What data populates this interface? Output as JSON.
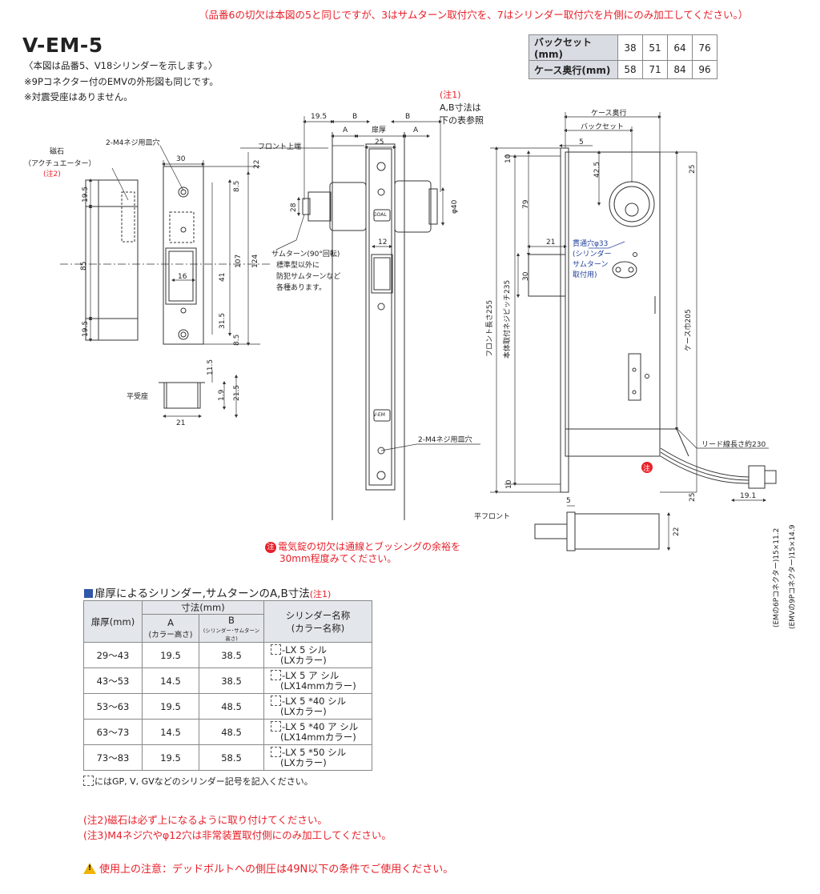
{
  "top_note": "（品番6の切欠は本図の5と同じですが、3はサムターン取付穴を、7はシリンダー取付穴を片側にのみ加工してください。）",
  "model": "V-EM-5",
  "subnotes": [
    "〈本図は品番5、V18シリンダーを示します。〉",
    "※9Pコネクター付のEMVの外形図も同じです。",
    "※対震受座はありません。"
  ],
  "backset_table": {
    "rows": [
      {
        "label": "バックセット(mm)",
        "values": [
          "38",
          "51",
          "64",
          "76"
        ]
      },
      {
        "label": "ケース奥行(mm)",
        "values": [
          "58",
          "71",
          "84",
          "96"
        ]
      }
    ]
  },
  "strike": {
    "magnet_label": "磁石",
    "magnet_sub": "（アクチュエーター）",
    "magnet_note": "(注2)",
    "screw_label": "2-M4ネジ用皿穴",
    "dim_30": "30",
    "dim_19_5a": "19.5",
    "dim_85": "85",
    "dim_19_5b": "19.5",
    "dim_16": "16",
    "dim_41": "41",
    "dim_31_5": "31.5",
    "dim_8_5a": "8.5",
    "dim_8_5b": "8.5",
    "dim_107": "107",
    "dim_124": "124",
    "dim_22": "22",
    "flat_label": "平受座",
    "dim_11_5": "11.5",
    "dim_1_9": "1.9",
    "dim_21_5": "21.5",
    "dim_21": "21"
  },
  "front": {
    "note1_a": "(注1)",
    "note1_b": "A,B寸法は",
    "note1_c": "下の表参照",
    "dim_19_5": "19.5",
    "dim_B1": "B",
    "dim_B2": "B",
    "dim_A1": "A",
    "dim_A2": "A",
    "door": "扉厚",
    "dim_25": "25",
    "front_top": "フロント上端",
    "dim_28": "28",
    "dim_phi40": "φ40",
    "dim_12": "12",
    "thumb_1": "サムターン(90°回転)",
    "thumb_2": "標準型以外に",
    "thumb_3": "防犯サムターンなど",
    "thumb_4": "各種あります。",
    "screw_label": "2-M4ネジ用皿穴",
    "logo": "GOAL",
    "logo2": "V-EM"
  },
  "side": {
    "case_depth": "ケース奥行",
    "backset": "バックセット",
    "dim_5": "5",
    "dim_10a": "10",
    "dim_42_5": "42.5",
    "dim_25a": "25",
    "dim_79": "79",
    "dim_21": "21",
    "hole_1": "貫通穴φ33",
    "hole_2": "(シリンダー",
    "hole_3": "サムターン",
    "hole_4": "取付用)",
    "dim_30": "30",
    "front_len": "フロント長さ255",
    "pitch": "本体取付ネジピッチ235",
    "case_w": "ケース巾205",
    "lead": "リード線長さ約230",
    "dim_10b": "10",
    "dim_25b": "25",
    "dim_19_1": "19.1",
    "conn_1": "(EMの6Pコネクター)15×11.2",
    "conn_2": "(EMVの9Pコネクター)15×14.9",
    "flat_front": "平フロント",
    "dim_5b": "5",
    "dim_22": "22",
    "mark": "注"
  },
  "em_note_mark": "注",
  "em_note_1": "電気錠の切欠は通線とブッシングの余裕を",
  "em_note_2": "30mm程度みてください。",
  "ab_heading": "扉厚によるシリンダー,サムターンのA,B寸法",
  "ab_heading_note": "(注1)",
  "ab_table": {
    "h_door": "扉厚(mm)",
    "h_dim": "寸法(mm)",
    "h_a": "A",
    "h_a_sub": "(カラー高さ)",
    "h_b": "B",
    "h_b_sub": "(シリンダー･サムターン高さ)",
    "h_name": "シリンダー名称",
    "h_name_sub": "(カラー名称)",
    "rows": [
      {
        "door": "29〜43",
        "a": "19.5",
        "b": "38.5",
        "name": "-LX 5 シル",
        "sub": "(LXカラー)"
      },
      {
        "door": "43〜53",
        "a": "14.5",
        "b": "38.5",
        "name": "-LX 5 ア シル",
        "sub": "(LX14mmカラー)"
      },
      {
        "door": "53〜63",
        "a": "19.5",
        "b": "48.5",
        "name": "-LX 5 *40 シル",
        "sub": "(LXカラー)"
      },
      {
        "door": "63〜73",
        "a": "14.5",
        "b": "48.5",
        "name": "-LX 5 *40 ア シル",
        "sub": "(LX14mmカラー)"
      },
      {
        "door": "73〜83",
        "a": "19.5",
        "b": "58.5",
        "name": "-LX 5 *50 シル",
        "sub": "(LXカラー)"
      }
    ]
  },
  "ab_foot": "にはGP, V, GVなどのシリンダー記号を記入ください。",
  "note2": "(注2)磁石は必ず上になるように取り付けてください。",
  "note3": "(注3)M4ネジ穴やφ12穴は非常装置取付側にのみ加工してください。",
  "caution": "使用上の注意：デッドボルトへの側圧は49N以下の条件でご使用ください。"
}
